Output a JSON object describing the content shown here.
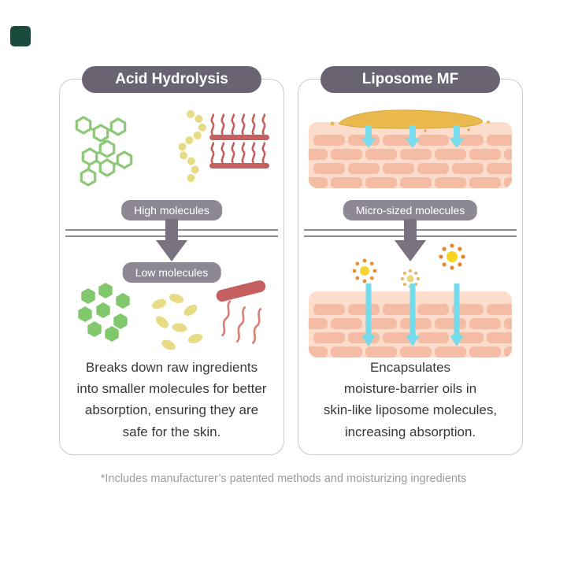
{
  "page": {
    "footnote": "*Includes manufacturer’s patented methods and moisturizing ingredients"
  },
  "colors": {
    "header_pill": "#6a6372",
    "stage_pill": "#8e8794",
    "arrow": "#7a7280",
    "barrier_line": "#8d8d8d",
    "panel_border": "#c9c9c9",
    "molecule_green_outline": "#8cc877",
    "molecule_green_solid": "#80c86b",
    "molecule_yellow": "#e7db85",
    "lipid_red": "#c65f5f",
    "skin_base": "#fcdccb",
    "skin_brick": "#f5bca5",
    "oil_gold": "#e9b94d",
    "absorb_cyan": "#79ddee",
    "micelle_core": "#f7d331",
    "micelle_dot": "#e88f35",
    "logo_mark": "#1b4a3f"
  },
  "left_panel": {
    "title": "Acid Hydrolysis",
    "label_before": "High molecules",
    "label_after": "Low molecules",
    "description_lines": [
      "Breaks down raw ingredients",
      "into smaller molecules for better",
      "absorption, ensuring they are",
      "safe for the skin."
    ]
  },
  "right_panel": {
    "title": "Liposome MF",
    "label_before": "Micro-sized molecules",
    "description_lines": [
      "Encapsulates",
      "moisture-barrier oils in",
      "skin-like liposome molecules,",
      "increasing absorption."
    ]
  }
}
